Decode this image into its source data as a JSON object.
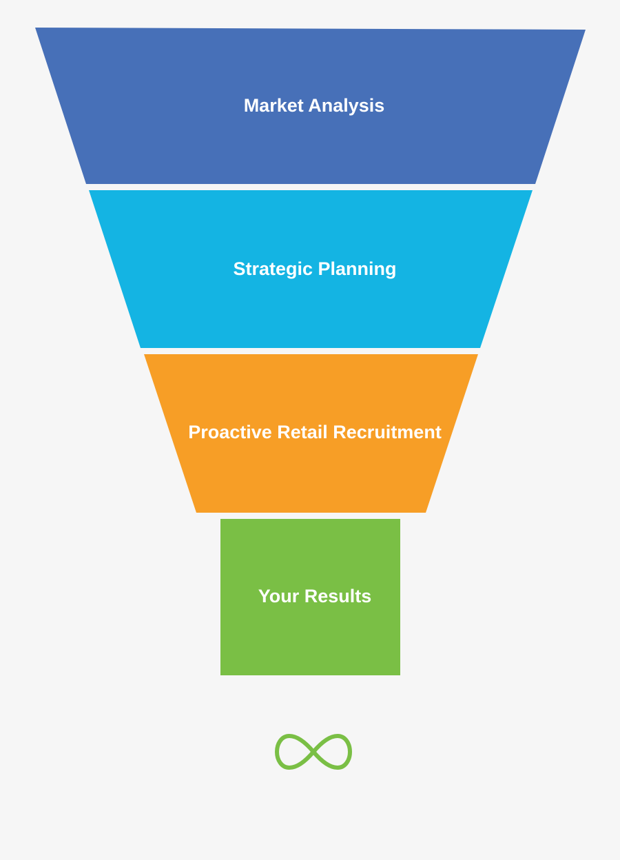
{
  "stages": [
    {
      "label": "Market Analysis",
      "color": "#4770b8"
    },
    {
      "label": "Strategic Planning",
      "color": "#14b4e3"
    },
    {
      "label": "Proactive Retail Recruitment",
      "color": "#f79e26"
    },
    {
      "label": "Your Results",
      "color": "#7abf45"
    }
  ],
  "footer": {
    "icon": "infinity-icon",
    "color": "#7abf45"
  }
}
